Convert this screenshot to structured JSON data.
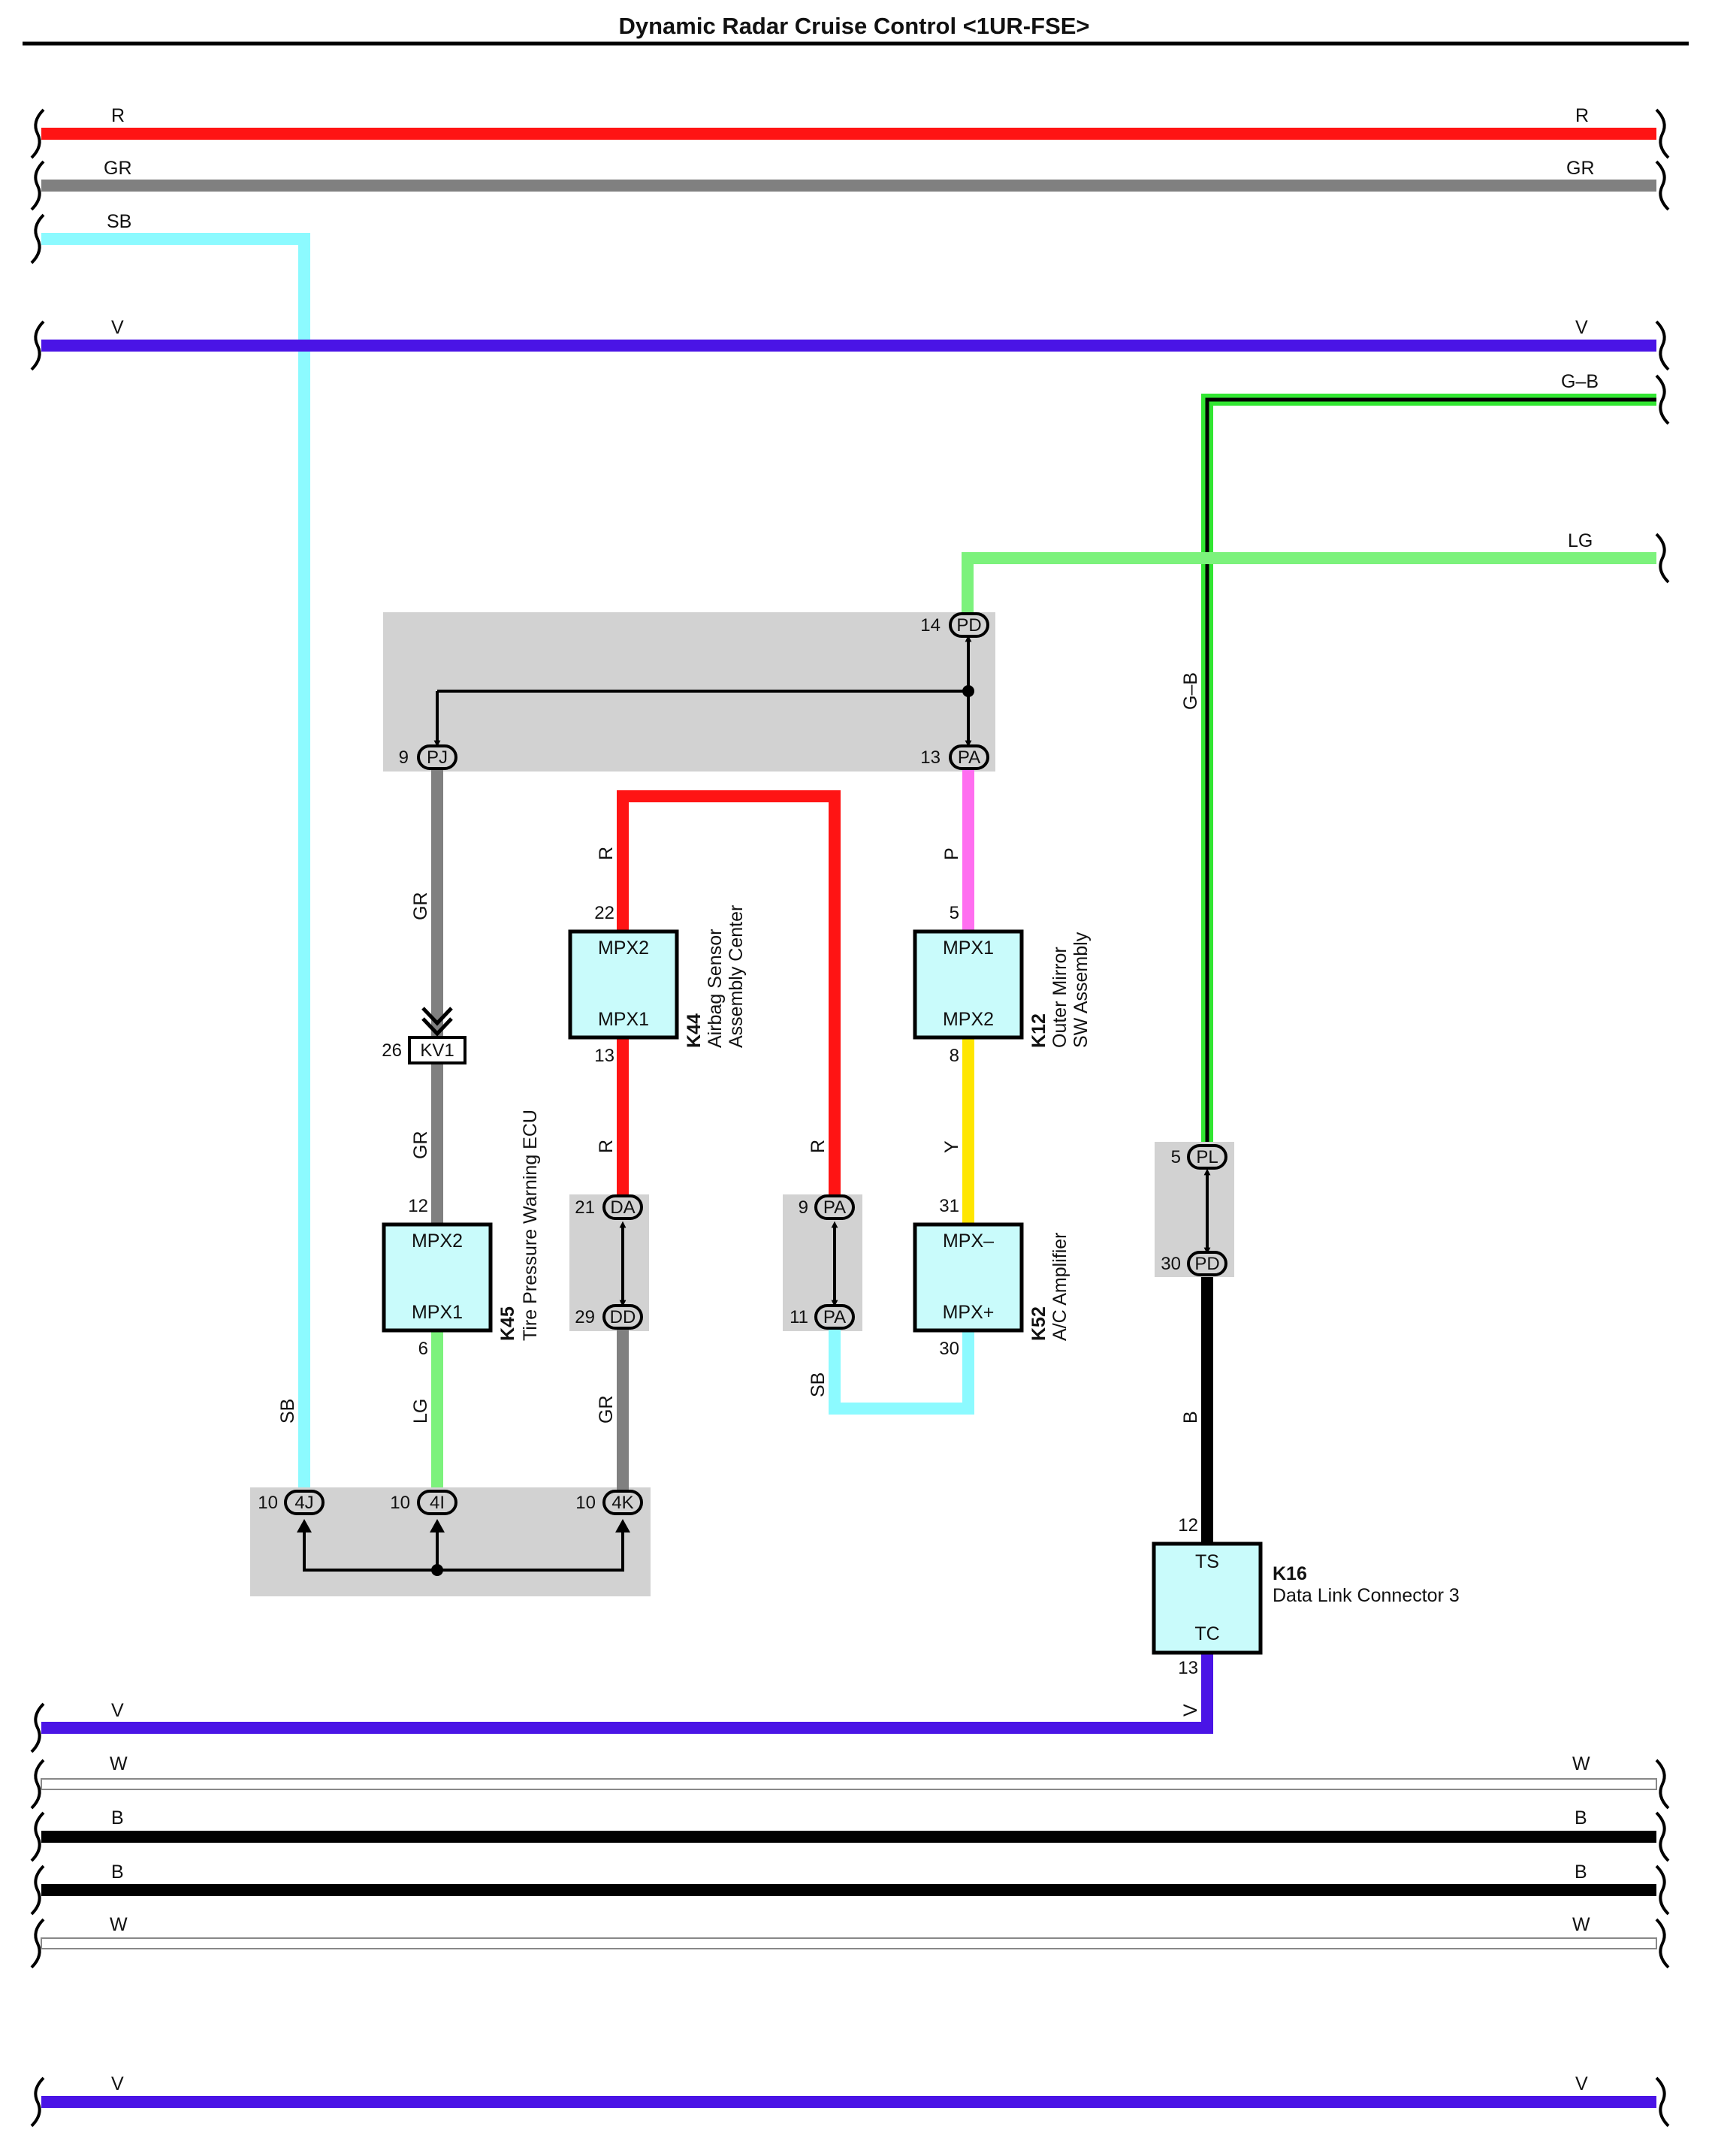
{
  "title": "Dynamic Radar Cruise Control <1UR-FSE>",
  "colors": {
    "R": "#ff1414",
    "GR": "#808080",
    "SB": "#8cfaff",
    "V": "#4a14e6",
    "G-B": "#32e632",
    "LG": "#7cf27c",
    "P": "#ff6ef0",
    "Y": "#ffe600",
    "B": "#000000",
    "W": "#ffffff",
    "component_fill": "#c9fbfb",
    "splice_fill": "#d2d2d2"
  },
  "bus_wires": {
    "top": [
      {
        "color": "R",
        "left_label": "R",
        "right_label": "R"
      },
      {
        "color": "GR",
        "left_label": "GR",
        "right_label": "GR"
      },
      {
        "color": "SB",
        "left_label": "SB"
      },
      {
        "color": "V",
        "left_label": "V",
        "right_label": "V"
      },
      {
        "color": "G-B",
        "right_label": "G–B"
      },
      {
        "color": "LG",
        "right_label": "LG"
      }
    ],
    "bottom": [
      {
        "color": "V",
        "left_label": "V"
      },
      {
        "color": "W",
        "left_label": "W",
        "right_label": "W"
      },
      {
        "color": "B",
        "left_label": "B",
        "right_label": "B"
      },
      {
        "color": "B",
        "left_label": "B",
        "right_label": "B"
      },
      {
        "color": "W",
        "left_label": "W",
        "right_label": "W"
      },
      {
        "color": "V",
        "left_label": "V",
        "right_label": "V"
      }
    ]
  },
  "wire_labels": {
    "pj_to_kv1": "GR",
    "kv1_to_k45": "GR",
    "k45_to_4i": "LG",
    "sb_drop": "SB",
    "k44_top": "R",
    "k44_bottom": "R",
    "dd_to_4k": "GR",
    "pa_loop_r": "R",
    "pa_to_k52": "SB",
    "k12_top": "P",
    "k12_to_k52": "Y",
    "gb_drop": "G–B",
    "pd_to_k16": "B",
    "k16_to_v": "V"
  },
  "connectors": {
    "PD_top": {
      "id": "PD",
      "pin": "14"
    },
    "PA_top": {
      "id": "PA",
      "pin": "13"
    },
    "PJ": {
      "id": "PJ",
      "pin": "9"
    },
    "KV1": {
      "id": "KV1",
      "pin": "26"
    },
    "DA": {
      "id": "DA",
      "pin": "21"
    },
    "DD": {
      "id": "DD",
      "pin": "29"
    },
    "PA_9": {
      "id": "PA",
      "pin": "9"
    },
    "PA_11": {
      "id": "PA",
      "pin": "11"
    },
    "PL": {
      "id": "PL",
      "pin": "5"
    },
    "PD_30": {
      "id": "PD",
      "pin": "30"
    },
    "J4J": {
      "id": "4J",
      "pin": "10"
    },
    "J4I": {
      "id": "4I",
      "pin": "10"
    },
    "J4K": {
      "id": "4K",
      "pin": "10"
    }
  },
  "components": {
    "k45": {
      "code": "K45",
      "name": "Tire Pressure Warning ECU",
      "top_terminal": "MPX2",
      "bottom_terminal": "MPX1",
      "top_pin": "12",
      "bottom_pin": "6"
    },
    "k44": {
      "code": "K44",
      "name_line1": "Airbag Sensor",
      "name_line2": "Assembly Center",
      "top_terminal": "MPX2",
      "bottom_terminal": "MPX1",
      "top_pin": "22",
      "bottom_pin": "13"
    },
    "k12": {
      "code": "K12",
      "name_line1": "Outer Mirror",
      "name_line2": "SW Assembly",
      "top_terminal": "MPX1",
      "bottom_terminal": "MPX2",
      "top_pin": "5",
      "bottom_pin": "8"
    },
    "k52": {
      "code": "K52",
      "name": "A/C Amplifier",
      "top_terminal": "MPX–",
      "bottom_terminal": "MPX+",
      "top_pin": "31",
      "bottom_pin": "30"
    },
    "k16": {
      "code": "K16",
      "name": "Data Link Connector 3",
      "top_terminal": "TS",
      "bottom_terminal": "TC",
      "top_pin": "12",
      "bottom_pin": "13"
    }
  }
}
